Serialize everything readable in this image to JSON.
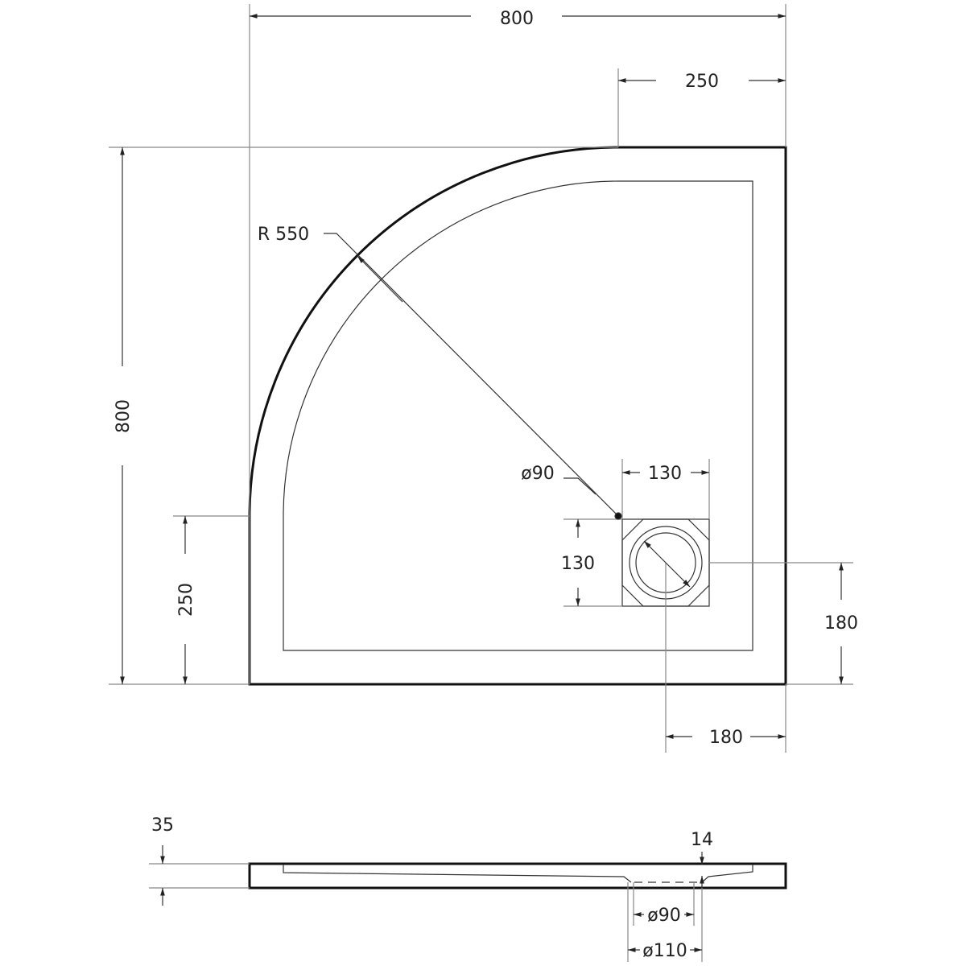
{
  "plan_view": {
    "width_label": "800",
    "top_straight_label": "250",
    "depth_label": "800",
    "side_straight_label": "250",
    "radius_label": "R 550",
    "drain_diameter_label": "ø90",
    "drain_box_width_label": "130",
    "drain_box_height_label": "130",
    "drain_offset_y_label": "180",
    "drain_offset_x_label": "180"
  },
  "side_view": {
    "height_label": "35",
    "drain_depth_label": "14",
    "inner_diameter_label": "ø90",
    "outer_diameter_label": "ø110"
  },
  "colors": {
    "line": "#111111",
    "dimension": "#888888"
  }
}
